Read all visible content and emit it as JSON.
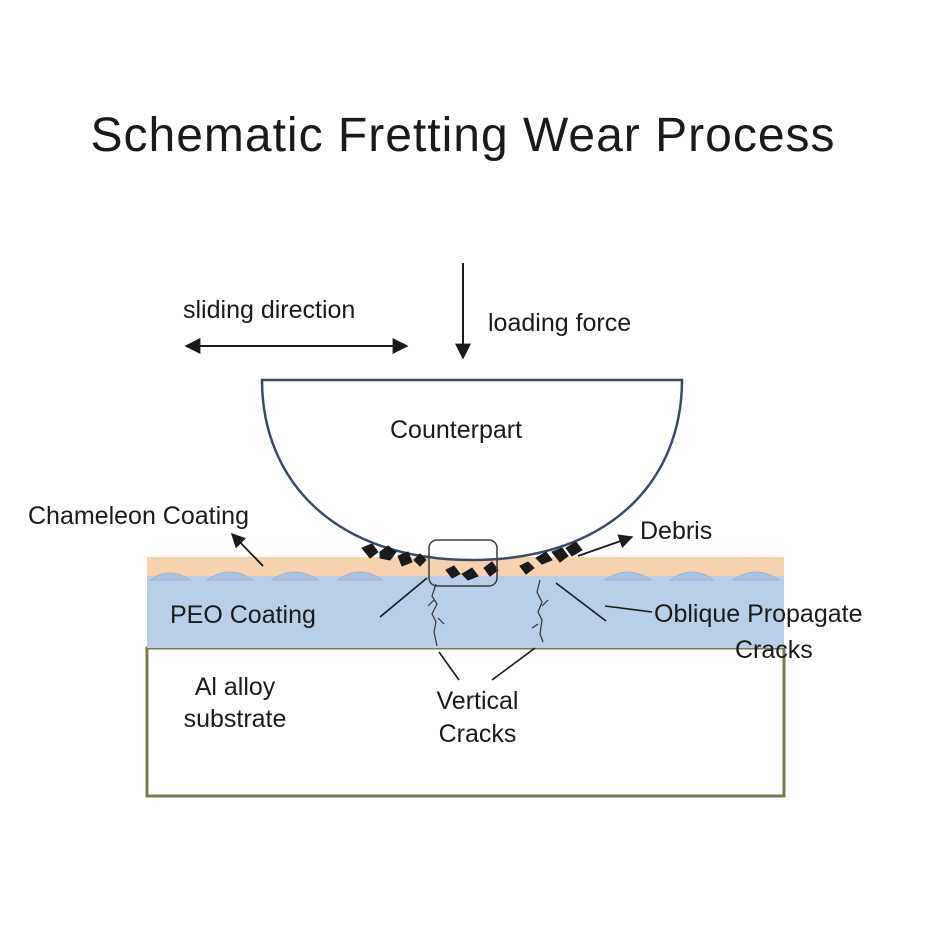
{
  "title": "Schematic Fretting Wear Process",
  "labels": {
    "sliding_direction": "sliding direction",
    "loading_force": "loading force",
    "counterpart": "Counterpart",
    "chameleon_coating": "Chameleon Coating",
    "debris": "Debris",
    "peo_coating": "PEO Coating",
    "oblique_line1": "Oblique Propagate",
    "oblique_line2": "Cracks",
    "substrate_line1": "Al alloy",
    "substrate_line2": "substrate",
    "vertical_line1": "Vertical",
    "vertical_line2": "Cracks"
  },
  "colors": {
    "chameleon_layer": "#f6d2ae",
    "peo_layer": "#b9cfe8",
    "peo_bumps": "#aac3e0",
    "substrate_border": "#7a7a52",
    "outline": "#3a4a6a",
    "text": "#1a1a1a"
  }
}
